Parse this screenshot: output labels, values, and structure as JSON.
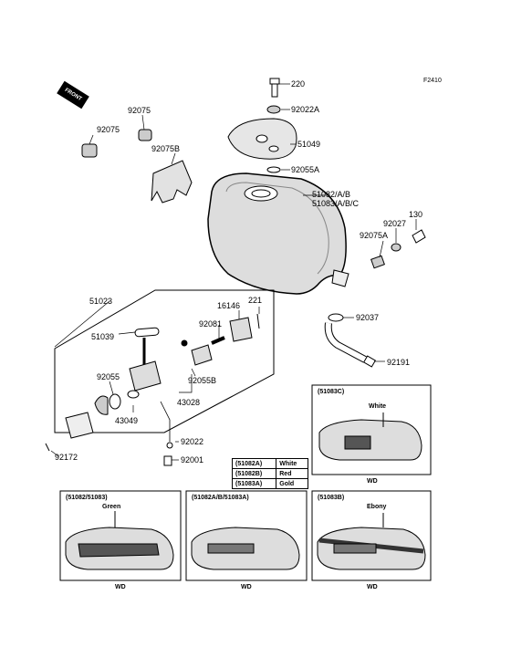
{
  "figure_code": "F2410",
  "front_label": "FRONT",
  "parts": {
    "p220": "220",
    "p92022A": "92022A",
    "p51049": "51049",
    "p92055A": "92055A",
    "p51082": "51082/A/B",
    "p51083": "51083/A/B/C",
    "p130": "130",
    "p92027": "92027",
    "p92075A": "92075A",
    "p92075a": "92075",
    "p92075b": "92075",
    "p92075B": "92075B",
    "p51023": "51023",
    "p221": "221",
    "p16146": "16146",
    "p92081": "92081",
    "p51039": "51039",
    "p92037": "92037",
    "p92055": "92055",
    "p92055B": "92055B",
    "p43049": "43049",
    "p43028": "43028",
    "p92191": "92191",
    "p92022": "92022",
    "p92001": "92001",
    "p92172": "92172"
  },
  "color_legend": [
    {
      "code": "(51082A)",
      "color": "White"
    },
    {
      "code": "(51082B)",
      "color": "Red"
    },
    {
      "code": "(51083A)",
      "color": "Gold"
    }
  ],
  "variant_boxes": {
    "box_51083C": {
      "code": "(51083C)",
      "color": "White",
      "footer": "WD"
    },
    "box_51082_51083": {
      "code": "(51082/51083)",
      "color": "Green",
      "footer": "WD"
    },
    "box_51082AB_51083A": {
      "code": "(51082A/B/51083A)",
      "footer": "WD"
    },
    "box_51083B": {
      "code": "(51083B)",
      "color": "Ebony",
      "footer": "WD"
    }
  },
  "colors": {
    "line": "#000000",
    "tank_fill": "#dddddd",
    "decal": "#555555"
  }
}
